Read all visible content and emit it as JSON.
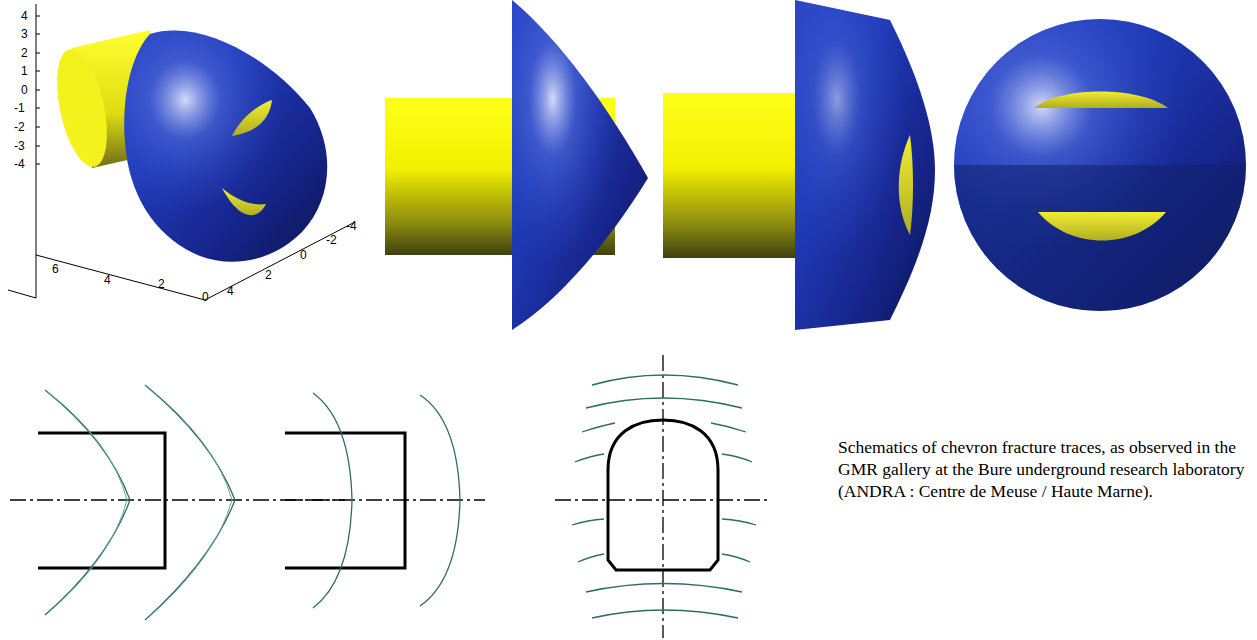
{
  "diagram": {
    "caption": "Schematics of chevron fracture traces, as observed in the GMR gallery at the Bure underground research laboratory (ANDRA : Centre de Meuse / Haute Marne).",
    "labels": [
      "4",
      "3",
      "2",
      "1",
      "0",
      "-1",
      "-2",
      "-3",
      "-4",
      "6",
      "4",
      "2",
      "0",
      "4",
      "2",
      "0",
      "-2",
      "-4"
    ]
  }
}
